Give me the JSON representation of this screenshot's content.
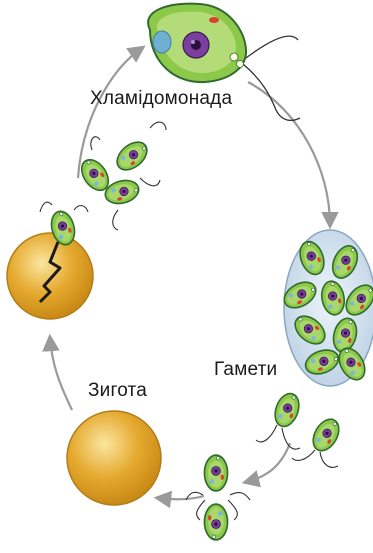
{
  "labels": {
    "chlamydomonas": "Хламідомонада",
    "zygote": "Зигота",
    "gametes": "Гамети"
  },
  "colors": {
    "cell_body": "#7fc241",
    "cell_outline": "#2f6b2f",
    "nucleus": "#7b3f9e",
    "pyrenoid": "#7fb7d6",
    "eyespot": "#d9432c",
    "zygote": "#e0a52a",
    "arrow": "#9a9a9a",
    "vesicle": "#cfe0ee"
  }
}
